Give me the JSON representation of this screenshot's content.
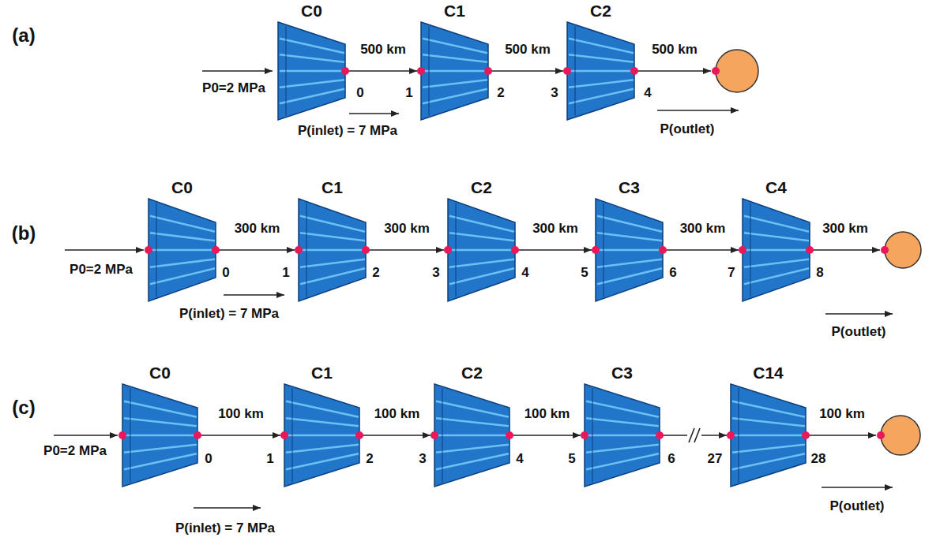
{
  "diagram": {
    "nodes": [
      {
        "text": [
          "C0"
        ]
      },
      {
        "text": [
          "C1"
        ]
      },
      {
        "text": [
          "C2"
        ]
      },
      {
        "text": [
          "C0"
        ]
      },
      {
        "text": [
          "C1"
        ]
      },
      {
        "text": [
          "C2"
        ]
      },
      {
        "text": [
          "C3"
        ]
      },
      {
        "text": [
          "C4"
        ]
      },
      {
        "text": [
          "C0"
        ]
      },
      {
        "text": [
          "C1"
        ]
      },
      {
        "text": [
          "C2"
        ]
      },
      {
        "text": [
          "C3"
        ]
      },
      {
        "text": [
          "C14"
        ]
      }
    ],
    "edges": [
      {
        "from": 0,
        "to": 1,
        "label": "500 km",
        "arrow": "to"
      },
      {
        "from": 1,
        "to": 2,
        "label": "500 km",
        "arrow": "to"
      },
      {
        "from": 3,
        "to": 4,
        "label": "300 km",
        "arrow": "to"
      },
      {
        "from": 4,
        "to": 5,
        "label": "300 km",
        "arrow": "to"
      },
      {
        "from": 5,
        "to": 6,
        "label": "300 km",
        "arrow": "to"
      },
      {
        "from": 6,
        "to": 7,
        "label": "300 km",
        "arrow": "to"
      },
      {
        "from": 8,
        "to": 9,
        "label": "100 km",
        "arrow": "to"
      },
      {
        "from": 9,
        "to": 10,
        "label": "100 km",
        "arrow": "to"
      },
      {
        "from": 10,
        "to": 11,
        "label": "100 km",
        "arrow": "to"
      },
      {
        "from": 11,
        "to": 12,
        "arrow": "to"
      }
    ],
    "labels": [
      "(a)",
      "P0=2 MPa",
      "P(inlet) = 7 MPa",
      "500 km",
      "P(outlet)",
      "0",
      "1",
      "2",
      "3",
      "4",
      "(b)",
      "P0=2 MPa",
      "P(inlet) = 7 MPa",
      "300 km",
      "P(outlet)",
      "0",
      "1",
      "2",
      "3",
      "4",
      "5",
      "6",
      "7",
      "8",
      "(c)",
      "P0=2 MPa",
      "P(inlet) = 7 MPa",
      "100 km",
      "P(outlet)",
      "0",
      "1",
      "2",
      "3",
      "4",
      "5",
      "6",
      "27",
      "28"
    ]
  }
}
